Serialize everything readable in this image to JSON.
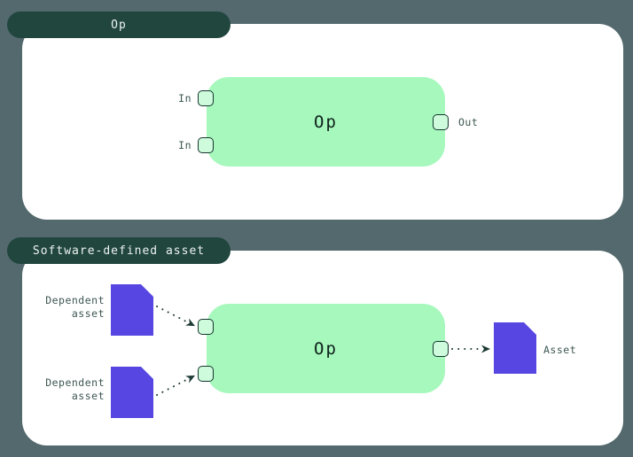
{
  "colors": {
    "background": "#53696e",
    "panel_bg": "#ffffff",
    "tab_bg": "#21463e",
    "tab_text": "#eef3f1",
    "op_node_green": "#a7f8bd",
    "port_fill": "#cdfbdc",
    "port_border": "#16352e",
    "asset_purple": "#5746e1",
    "label_text": "#3e5752",
    "op_text": "#0d1f1a",
    "arrow": "#1d3b35"
  },
  "op_panel": {
    "tab_label": "Op",
    "node_label": "Op",
    "input_labels": [
      "In",
      "In"
    ],
    "output_label": "Out"
  },
  "sda_panel": {
    "tab_label": "Software-defined asset",
    "node_label": "Op",
    "dependent_asset_labels": [
      "Dependent asset",
      "Dependent asset"
    ],
    "output_asset_label": "Asset"
  }
}
